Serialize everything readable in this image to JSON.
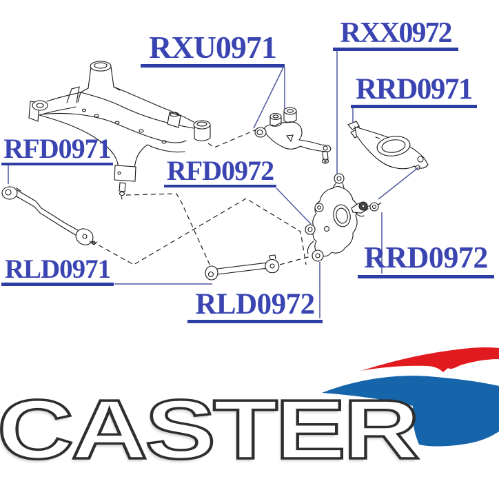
{
  "diagram": {
    "part_labels": [
      {
        "code": "RXU0971"
      },
      {
        "code": "RXX0972"
      },
      {
        "code": "RRD0971"
      },
      {
        "code": "RFD0971"
      },
      {
        "code": "RFD0972"
      },
      {
        "code": "RLD0971"
      },
      {
        "code": "RLD0972"
      },
      {
        "code": "RRD0972"
      }
    ]
  },
  "watermark": {
    "brand": "CASTER"
  },
  "colors": {
    "label_text": "#3a45b2",
    "label_underline": "#2c3da3",
    "leader_line": "#4d579e",
    "dashed_line": "#1c1c1c",
    "art_stroke": "#161616",
    "swoosh_red": "#e11a1f",
    "swoosh_blue": "#1665ab",
    "watermark_fill": "#ffffff",
    "watermark_outline": "#2e2e2e"
  }
}
